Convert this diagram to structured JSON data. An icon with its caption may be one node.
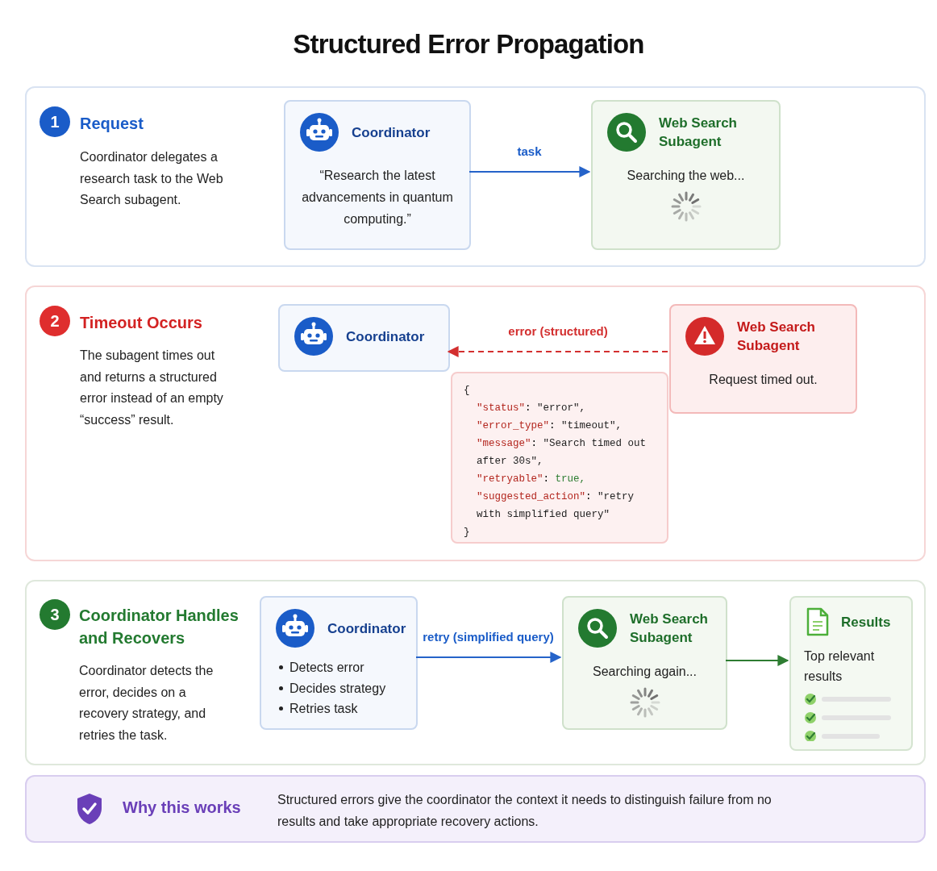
{
  "diagram": {
    "title": "Structured Error Propagation",
    "nodes": [
      {
        "text": [
          "Request",
          "Coordinator delegates a research task to the Web Search subagent."
        ]
      },
      {
        "text": [
          "1"
        ],
        "in": 0
      },
      {
        "text": [
          "Coordinator",
          "“Research the latest advancements in quantum computing.”"
        ],
        "in": 0
      },
      {
        "text": [
          "Web Search Subagent",
          "Searching the web..."
        ],
        "in": 0
      },
      {
        "text": [
          "Timeout Occurs",
          "The subagent times out and returns a structured error instead of an empty “success” result."
        ]
      },
      {
        "text": [
          "2"
        ],
        "in": 4
      },
      {
        "text": [
          "Coordinator"
        ],
        "in": 4
      },
      {
        "text": [
          "Web Search Subagent",
          "Request timed out."
        ],
        "in": 4
      },
      {
        "text": [
          "{",
          "\"status\": \"error\",",
          "\"error_type\": \"timeout\",",
          "\"message\": \"Search timed out after 30s\",",
          "\"retryable\": true,",
          "\"suggested_action\": \"retry with simplified query\"",
          "}"
        ],
        "in": 4
      },
      {
        "text": [
          "Coordinator Handles and Recovers",
          "Coordinator detects the error, decides on a recovery strategy, and retries the task."
        ]
      },
      {
        "text": [
          "3"
        ],
        "in": 9
      },
      {
        "text": [
          "Coordinator",
          "Detects error",
          "Decides strategy",
          "Retries task"
        ],
        "in": 9
      },
      {
        "text": [
          "Web Search Subagent",
          "Searching again..."
        ],
        "in": 9
      },
      {
        "text": [
          "Results",
          "Top relevant results"
        ],
        "in": 9
      },
      {
        "text": [
          "Why this works",
          "Structured errors give the coordinator the context it needs to distinguish failure from no results and take appropriate recovery actions."
        ]
      }
    ],
    "edges": [
      {
        "from": 2,
        "to": 3,
        "arrow": "to",
        "label": "task"
      },
      {
        "from": 7,
        "to": 6,
        "arrow": "to",
        "label": "error (structured)",
        "style": "dashed",
        "color": "#d32f2f"
      },
      {
        "from": 11,
        "to": 12,
        "arrow": "to",
        "label": "retry (simplified query)"
      },
      {
        "from": 12,
        "to": 13,
        "arrow": "to",
        "color": "#2e7d32"
      }
    ]
  }
}
